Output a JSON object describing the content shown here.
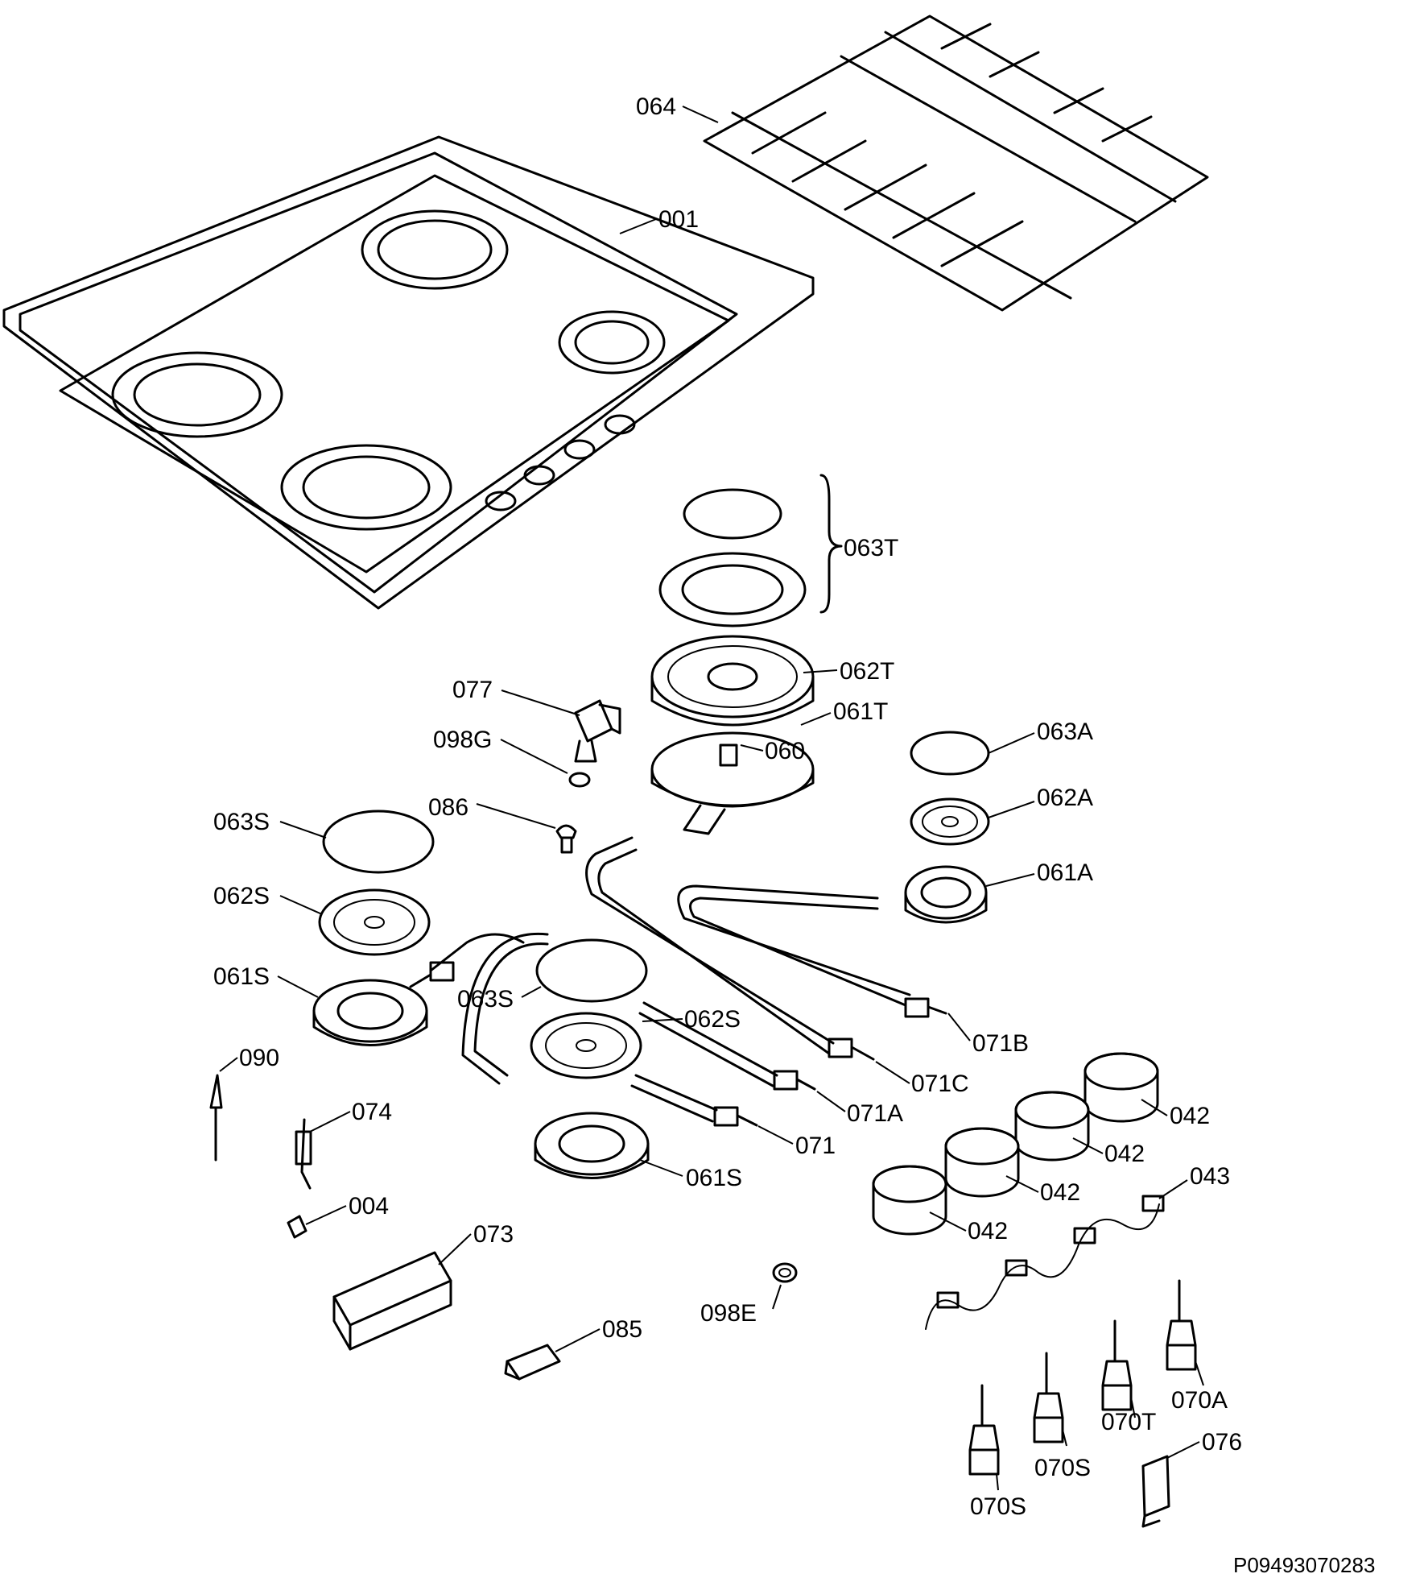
{
  "labels": {
    "l001": "001",
    "l064": "064",
    "l063T": "063T",
    "l062T": "062T",
    "l061T": "061T",
    "l060": "060",
    "l077": "077",
    "l098G": "098G",
    "l086": "086",
    "l063A": "063A",
    "l062A": "062A",
    "l061A": "061A",
    "l063S_a": "063S",
    "l062S_a": "062S",
    "l061S_a": "061S",
    "l063S_b": "063S",
    "l062S_b": "062S",
    "l061S_b": "061S",
    "l071B": "071B",
    "l071C": "071C",
    "l071A": "071A",
    "l071": "071",
    "l090": "090",
    "l074": "074",
    "l004": "004",
    "l073": "073",
    "l085": "085",
    "l098E": "098E",
    "l042_a": "042",
    "l042_b": "042",
    "l042_c": "042",
    "l042_d": "042",
    "l043": "043",
    "l070A": "070A",
    "l070T": "070T",
    "l070S_a": "070S",
    "l070S_b": "070S",
    "l076": "076"
  },
  "footer_code": "P09493070283"
}
